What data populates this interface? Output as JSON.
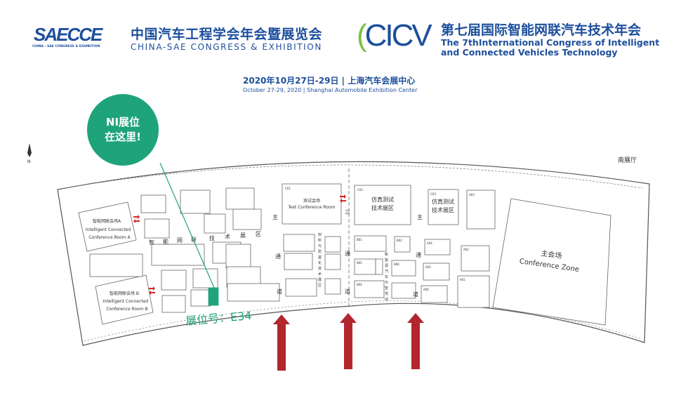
{
  "header": {
    "saecce_logo": "SAECCE",
    "saecce_logo_sub": "CHINA - SAE CONGRESS & EXHIBITION",
    "saecce_cn": "中国汽车工程学会年会暨展览会",
    "saecce_en": "CHINA-SAE CONGRESS & EXHIBITION",
    "cicv_logo": "CICV",
    "cicv_cn": "第七届国际智能网联汽车技术年会",
    "cicv_en_1": "The 7thInternational Congress of Intelligent",
    "cicv_en_2": "and Connected Vehicles Technology",
    "date_cn": "2020年10月27日-29日 | 上海汽车会展中心",
    "date_en": "October 27-29, 2020 | Shanghai Automobile Exhibition Center"
  },
  "callout": {
    "line1": "NI展位",
    "line2": "在这里!",
    "booth_number": "展位号：E34"
  },
  "hall_name": "南展厅",
  "compass_label": "N",
  "rooms": {
    "room_a_cn": "智能网联会场A",
    "room_a_en1": "Intelligent Connected",
    "room_a_en2": "Conference Room A",
    "room_b_cn": "智能网联会场 B",
    "room_b_en1": "Intelligent Connected",
    "room_b_en2": "Conference Room B",
    "test_cn": "测试会场",
    "test_en": "Test Conference Room",
    "sim1_l1": "仿真测试",
    "sim1_l2": "技术展区",
    "sim2_l1": "仿真测试",
    "sim2_l2": "技术展区",
    "main_cn": "主会场",
    "main_en": "Conference Zone"
  },
  "zones": {
    "icv_zone": [
      "智",
      "能",
      "网",
      "联",
      "技",
      "术",
      "展",
      "区"
    ],
    "aisle_1": [
      "主",
      "通",
      "道"
    ],
    "aisle_2": [
      "三",
      "通",
      "道"
    ],
    "aisle_3": [
      "主",
      "通",
      "道"
    ],
    "material_zone": [
      "材",
      "料",
      "与",
      "防",
      "盗",
      "化",
      "技",
      "术",
      "展",
      "区"
    ],
    "nev_zone": [
      "新",
      "能",
      "源",
      "汽",
      "车",
      "与",
      "智",
      "驾",
      "动"
    ]
  },
  "booth_ids": {
    "e34": "E34",
    "c01": "C01",
    "c02": "C02",
    "c03": "C03",
    "a01": "A01",
    "a02": "A02",
    "a03": "A03",
    "a04": "A04",
    "a05": "A05",
    "a06": "A06",
    "b01": "B01",
    "b02": "B02",
    "b05": "B05",
    "b06": "B06",
    "b04": "B04"
  },
  "colors": {
    "brand_blue": "#1d4f9c",
    "highlight_green": "#1fa37a",
    "arrow_red": "#b3262d"
  }
}
